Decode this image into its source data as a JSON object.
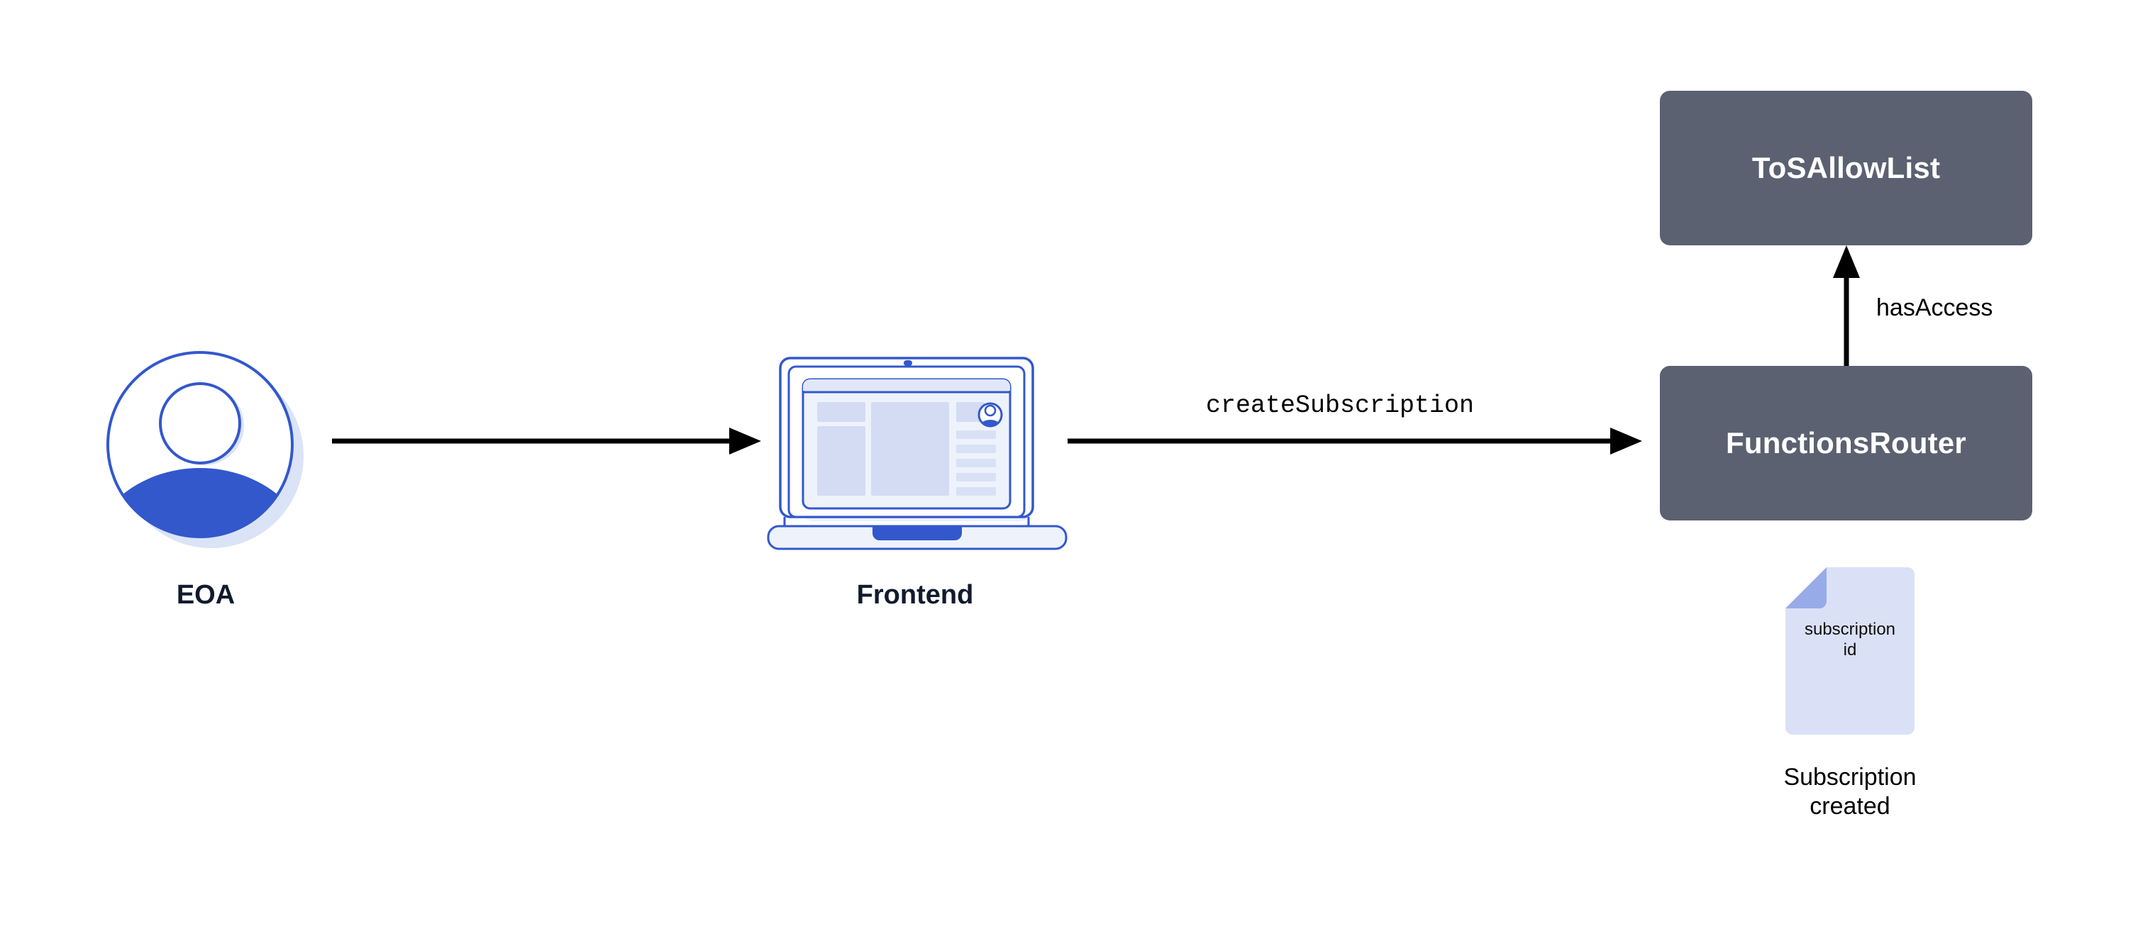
{
  "diagram": {
    "title_present": false,
    "background_color": "#ffffff",
    "colors": {
      "process_box_fill": "#5b6171",
      "process_box_text": "#ffffff",
      "entity_caption": "#101b2e",
      "arrow": "#000000",
      "accent_blue": "#3358cc",
      "light_blue": "#dbe3f7",
      "fold_blue": "#97abe8",
      "doc_body": "#dae1f7"
    },
    "nodes": [
      {
        "id": "eoa",
        "type": "actor-icon",
        "icon": "user-avatar-icon",
        "caption": "EOA"
      },
      {
        "id": "frontend",
        "type": "device-icon",
        "icon": "laptop-icon",
        "caption": "Frontend"
      },
      {
        "id": "tos-allow-list",
        "type": "process-box",
        "label": "ToSAllowList"
      },
      {
        "id": "functions-router",
        "type": "process-box",
        "label": "FunctionsRouter"
      },
      {
        "id": "subscription-doc",
        "type": "document-icon",
        "icon": "document-icon",
        "inner_text": "subscription\nid",
        "caption": "Subscription\ncreated"
      }
    ],
    "edges": [
      {
        "id": "eoa-to-frontend",
        "from": "eoa",
        "to": "frontend",
        "label": "",
        "direction": "right"
      },
      {
        "id": "frontend-to-router",
        "from": "frontend",
        "to": "functions-router",
        "label": "createSubscription",
        "label_style": "mono",
        "direction": "right"
      },
      {
        "id": "router-to-tos",
        "from": "functions-router",
        "to": "tos-allow-list",
        "label": "hasAccess",
        "label_style": "sans",
        "direction": "up"
      }
    ]
  },
  "labels": {
    "eoa_caption": "EOA",
    "frontend_caption": "Frontend",
    "tos_allow_list": "ToSAllowList",
    "functions_router": "FunctionsRouter",
    "create_subscription": "createSubscription",
    "has_access": "hasAccess",
    "doc_inner": "subscription\nid",
    "doc_caption": "Subscription\ncreated"
  }
}
